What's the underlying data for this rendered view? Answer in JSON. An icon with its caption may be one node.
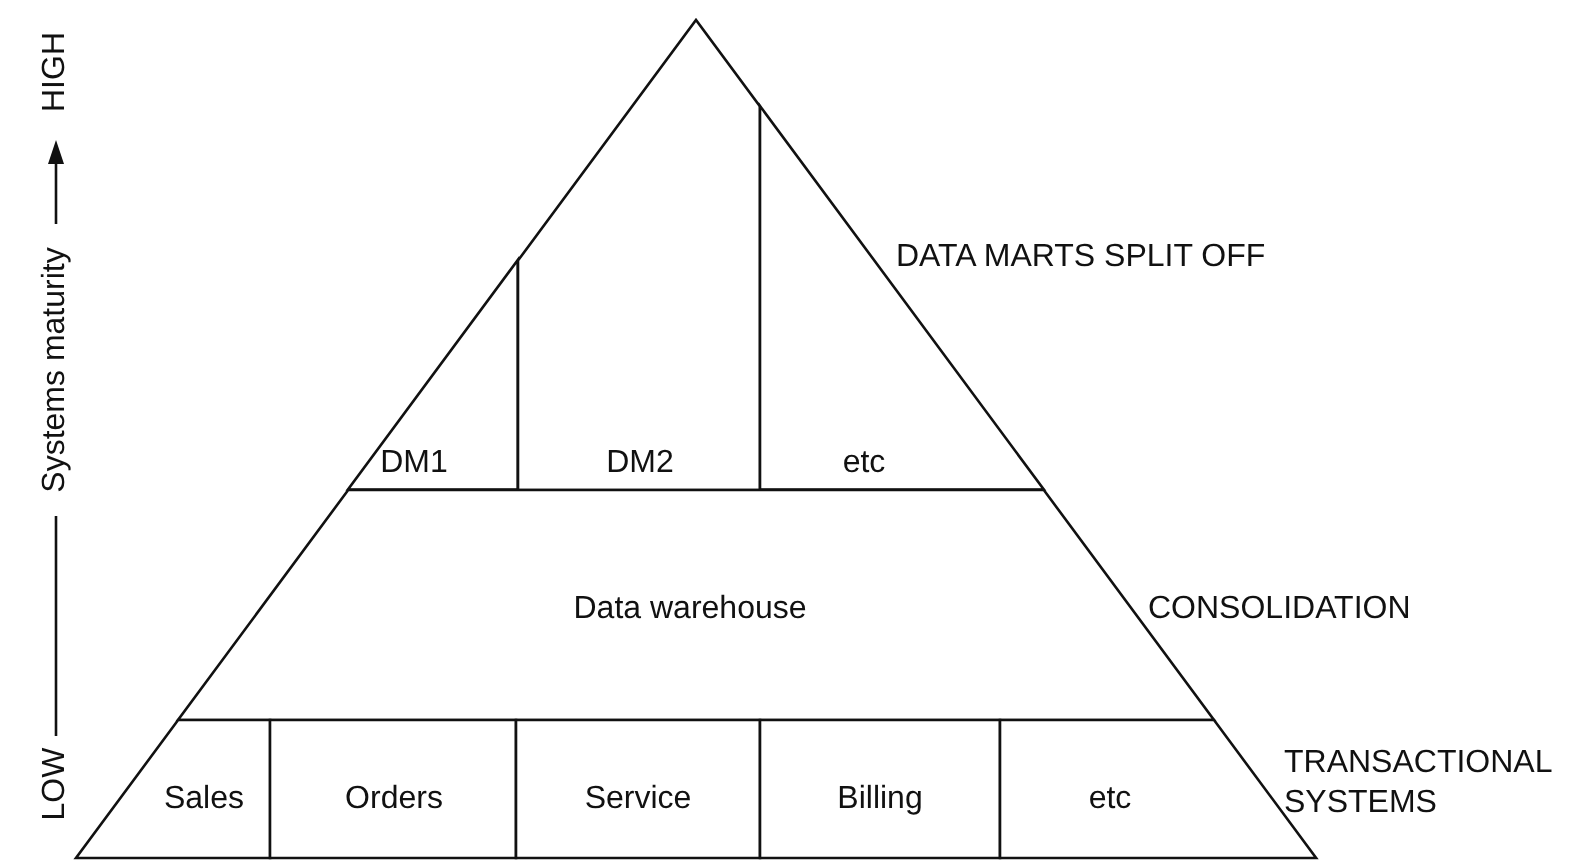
{
  "diagram": {
    "nodes": [
      {
        "text": [
          "DM1"
        ]
      },
      {
        "text": [
          "DM2"
        ]
      },
      {
        "text": [
          "etc"
        ]
      },
      {
        "text": [
          "Data warehouse"
        ]
      },
      {
        "text": [
          "Sales"
        ]
      },
      {
        "text": [
          "Orders"
        ]
      },
      {
        "text": [
          "Service"
        ]
      },
      {
        "text": [
          "Billing"
        ]
      },
      {
        "text": [
          "etc"
        ]
      }
    ],
    "labels": [
      "HIGH",
      "Systems maturity",
      "LOW",
      "DATA MARTS SPLIT OFF",
      "CONSOLIDATION",
      "TRANSACTIONAL SYSTEMS"
    ]
  }
}
